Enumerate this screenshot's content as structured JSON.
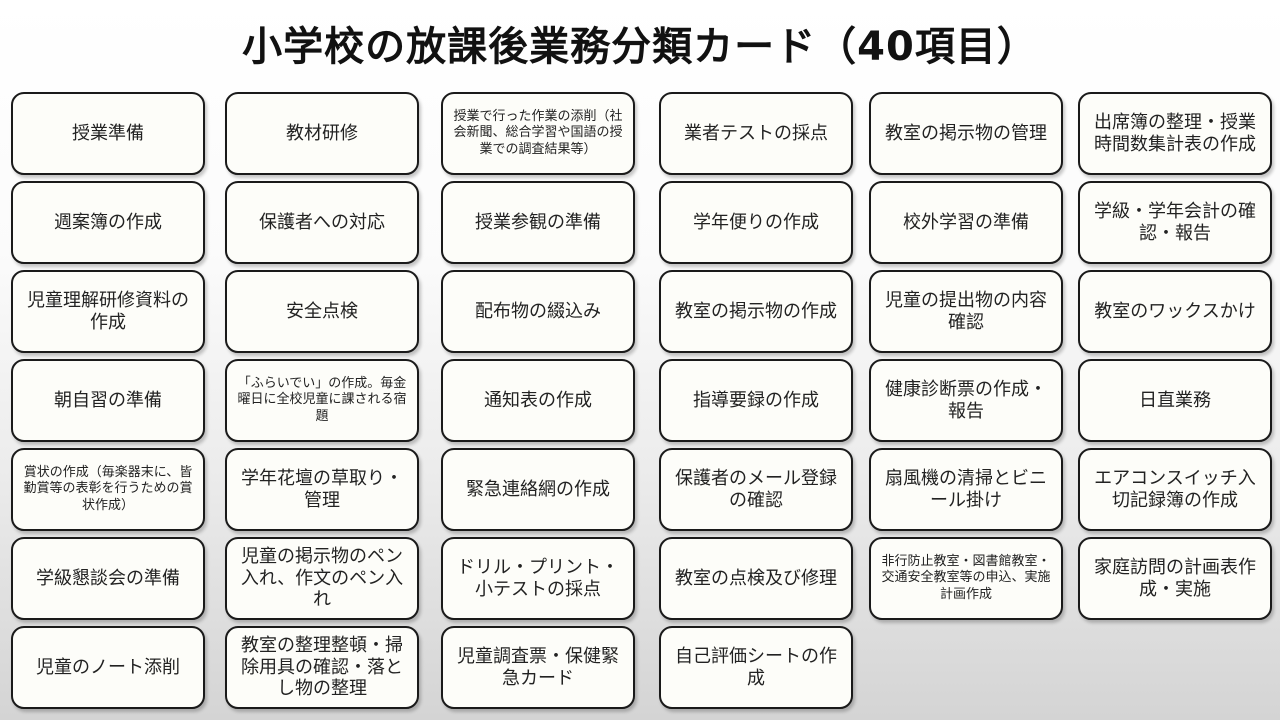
{
  "title": "小学校の放課後業務分類カード（40項目）",
  "cards": [
    [
      "授業準備",
      "週案簿の作成",
      "児童理解研修資料の作成",
      "朝自習の準備",
      "賞状の作成（毎楽器末に、皆勤賞等の表彰を行うための賞状作成）",
      "学級懇談会の準備",
      "児童のノート添削"
    ],
    [
      "教材研修",
      "保護者への対応",
      "安全点検",
      "「ふらいでい」の作成。毎金曜日に全校児童に課される宿題",
      "学年花壇の草取り・管理",
      "児童の掲示物のペン入れ、作文のペン入れ",
      "教室の整理整頓・掃除用具の確認・落とし物の整理"
    ],
    [
      "授業で行った作業の添削（社会新聞、総合学習や国語の授業での調査結果等）",
      "授業参観の準備",
      "配布物の綴込み",
      "通知表の作成",
      "緊急連絡網の作成",
      "ドリル・プリント・小テストの採点",
      "児童調査票・保健緊急カード"
    ],
    [
      "業者テストの採点",
      "学年便りの作成",
      "教室の掲示物の作成",
      "指導要録の作成",
      "保護者のメール登録の確認",
      "教室の点検及び修理",
      "自己評価シートの作成"
    ],
    [
      "教室の掲示物の管理",
      "校外学習の準備",
      "児童の提出物の内容確認",
      "健康診断票の作成・報告",
      "扇風機の清掃とビニール掛け",
      "非行防止教室・図書館教室・交通安全教室等の申込、実施計画作成"
    ],
    [
      "出席簿の整理・授業時間数集計表の作成",
      "学級・学年会計の確認・報告",
      "教室のワックスかけ",
      "日直業務",
      "エアコンスイッチ入切記録簿の作成",
      "家庭訪問の計画表作成・実施"
    ]
  ]
}
